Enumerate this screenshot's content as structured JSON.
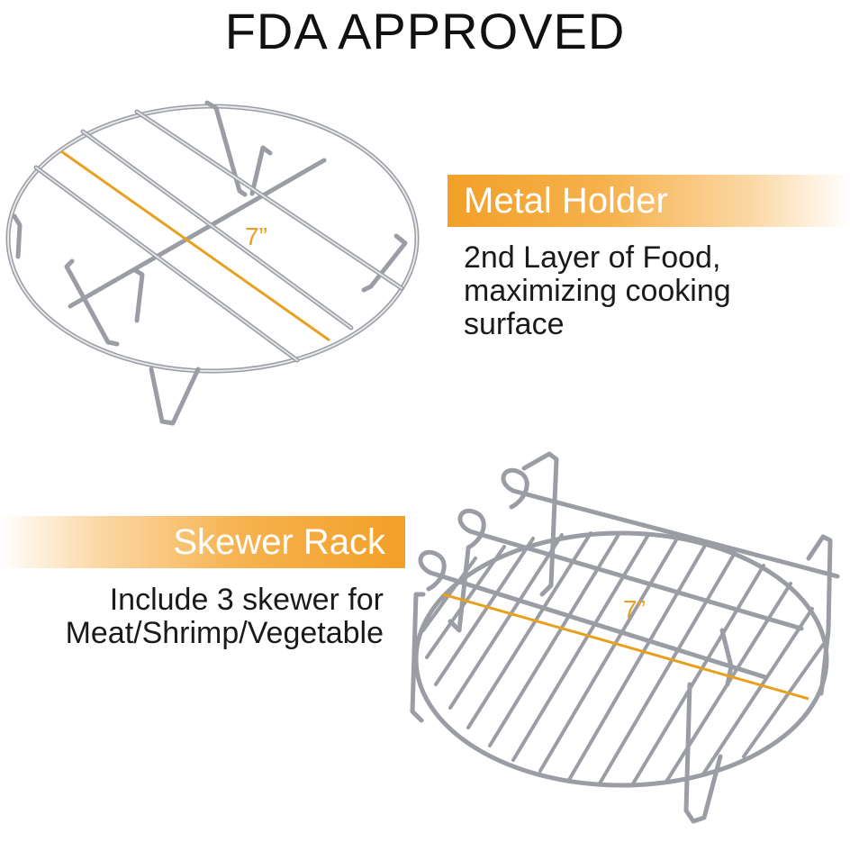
{
  "headline": "FDA APPROVED",
  "metal_holder": {
    "title": "Metal Holder",
    "description": [
      "2nd Layer of Food,",
      "maximizing cooking",
      "surface"
    ],
    "size_label": "7”"
  },
  "skewer_rack": {
    "title": "Skewer Rack",
    "description": [
      "Include 3 skewer for",
      "Meat/Shrimp/Vegetable"
    ],
    "size_label": "7”"
  },
  "colors": {
    "accent": "#f2a027",
    "measure_line": "#e8a020",
    "steel": "#8c9096",
    "text": "#1a1a1a"
  }
}
